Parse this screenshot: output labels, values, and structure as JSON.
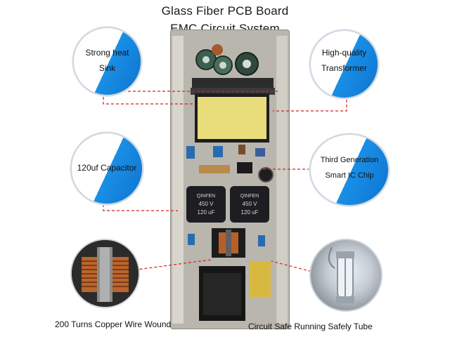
{
  "title": {
    "line1": "Glass Fiber PCB Board",
    "line2": "EMC Circuit System"
  },
  "callouts": {
    "heat_sink": {
      "line1": "Strong heat",
      "line2": "Sink"
    },
    "transformer": {
      "line1": "High-quality",
      "line2": "Transformer"
    },
    "capacitor": {
      "line1": "120uf Capacitor"
    },
    "ic_chip": {
      "line1": "Third Generation",
      "line2": "Smart  IC Chip"
    }
  },
  "photos": {
    "copper_coil": {
      "caption": "200 Turns Copper Wire Wound"
    },
    "fuse_tube": {
      "caption": "Circuit Safe Running Safely Tube"
    }
  },
  "board": {
    "capacitor_labels": [
      "QINFEN",
      "450 V",
      "120 uF",
      "450"
    ]
  },
  "colors": {
    "accent_blue": "#0d74d1",
    "leader_red": "#d42020",
    "transformer_yellow": "#e8dd7a"
  }
}
